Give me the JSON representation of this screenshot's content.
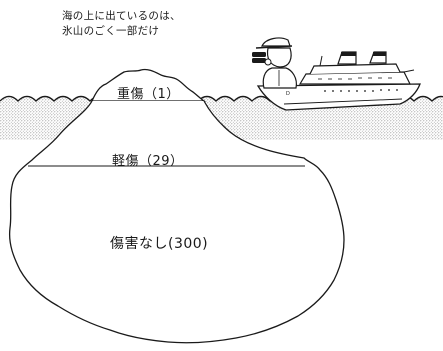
{
  "caption": {
    "line1": "海の上に出ているのは、",
    "line2": "氷山のごく一部だけ"
  },
  "tiers": {
    "severe": {
      "label": "重傷（1）",
      "count": 1
    },
    "minor": {
      "label": "軽傷（29）",
      "count": 29
    },
    "none": {
      "label": "傷害なし(300)",
      "count": 300
    }
  },
  "colors": {
    "ink": "#1a1a1a",
    "water_stipple": "#8a8a8a",
    "background": "#ffffff"
  }
}
